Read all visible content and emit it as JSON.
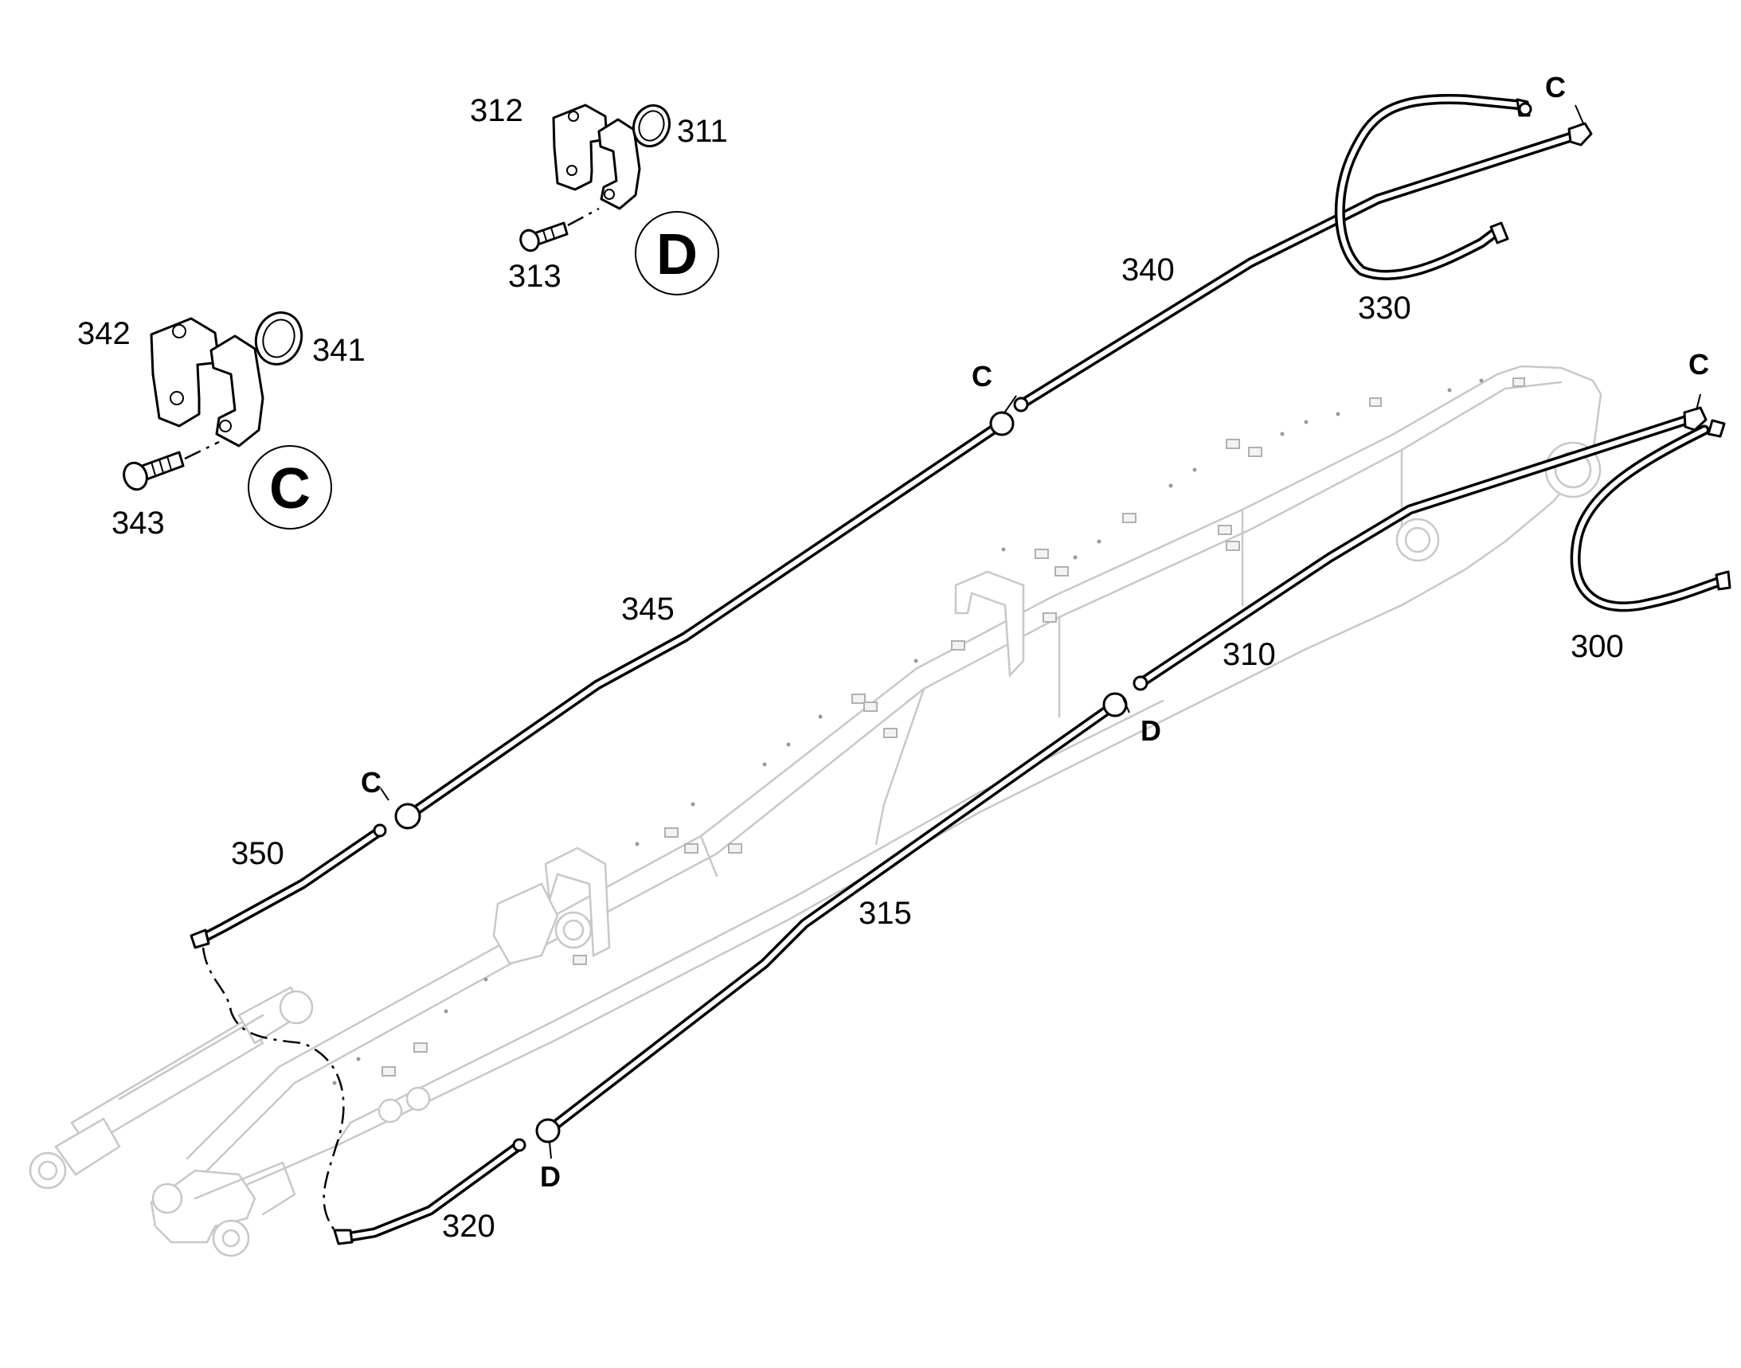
{
  "diagram": {
    "callouts": {
      "c300": "300",
      "c310": "310",
      "c311": "311",
      "c312": "312",
      "c313": "313",
      "c315": "315",
      "c320": "320",
      "c330": "330",
      "c340": "340",
      "c341": "341",
      "c342": "342",
      "c343": "343",
      "c345": "345",
      "c350": "350"
    },
    "connection_letters": {
      "c": "C",
      "d": "D"
    },
    "detail_badges": {
      "flange_c": "C",
      "flange_d": "D"
    }
  }
}
